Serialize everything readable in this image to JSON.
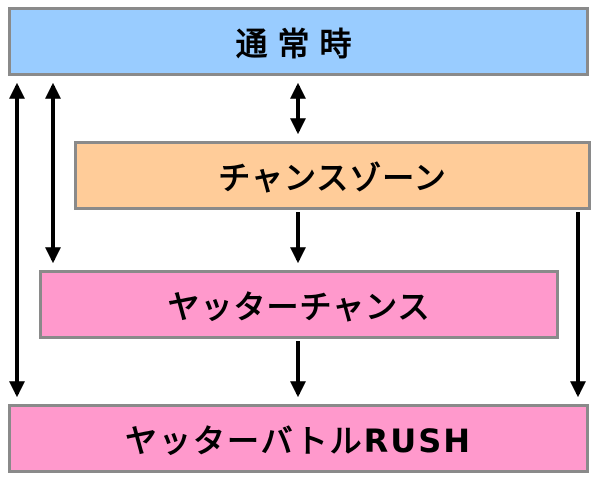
{
  "nodes": {
    "normal": {
      "label": "通常時",
      "color": "#99ccff"
    },
    "chance_zone": {
      "label": "チャンスゾーン",
      "color": "#ffcc99"
    },
    "yatter_chance": {
      "label": "ヤッターチャンス",
      "color": "#ff99cc"
    },
    "yatter_rush": {
      "label": "ヤッターバトルRUSH",
      "color": "#ff99cc"
    }
  },
  "edges": [
    {
      "from": "normal",
      "to": "yatter_rush",
      "bidirectional": true
    },
    {
      "from": "normal",
      "to": "yatter_chance",
      "bidirectional": true
    },
    {
      "from": "normal",
      "to": "chance_zone",
      "bidirectional": true
    },
    {
      "from": "chance_zone",
      "to": "yatter_chance",
      "bidirectional": false
    },
    {
      "from": "chance_zone",
      "to": "yatter_rush",
      "bidirectional": false
    },
    {
      "from": "yatter_chance",
      "to": "yatter_rush",
      "bidirectional": false
    }
  ],
  "arrow_color": "#000000"
}
